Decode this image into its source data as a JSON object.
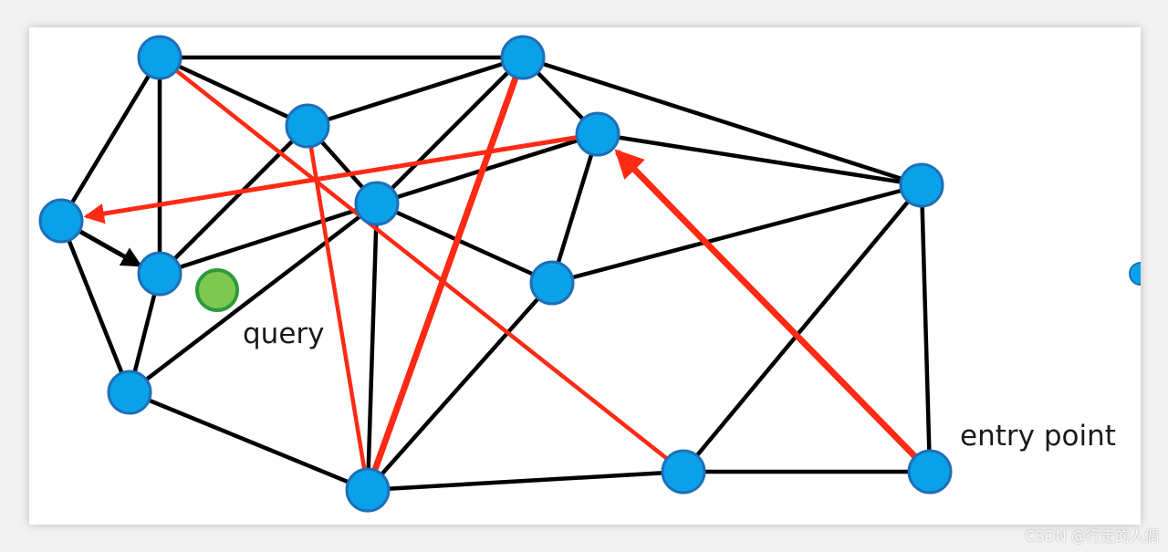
{
  "colors": {
    "node_fill": "#0aa1e8",
    "node_stroke": "#1e6fb8",
    "query_fill": "#7ec850",
    "query_stroke": "#2f9a3a",
    "edge": "#000000",
    "path": "#ff2a14"
  },
  "labels": {
    "query": "query",
    "entry_point": "entry point"
  },
  "watermark": "CSDN @行走的人偶"
}
